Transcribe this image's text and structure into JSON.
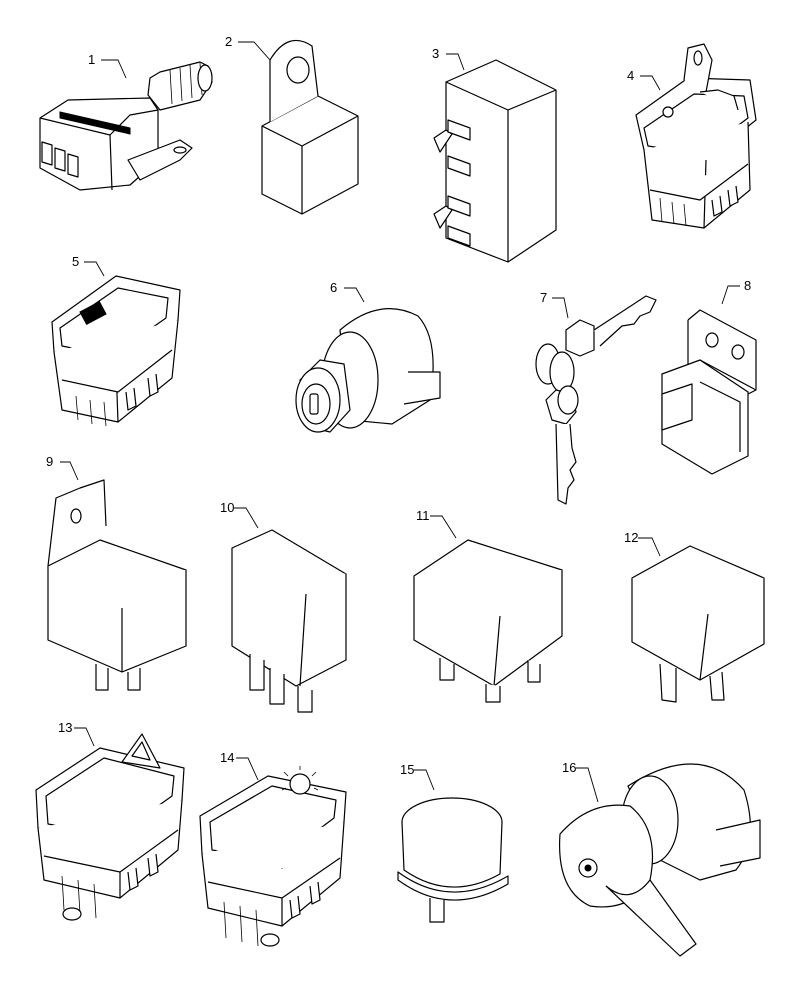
{
  "parts": [
    {
      "id": "1",
      "label": "1"
    },
    {
      "id": "2",
      "label": "2"
    },
    {
      "id": "3",
      "label": "3"
    },
    {
      "id": "4",
      "label": "4"
    },
    {
      "id": "5",
      "label": "5"
    },
    {
      "id": "6",
      "label": "6"
    },
    {
      "id": "7",
      "label": "7"
    },
    {
      "id": "8",
      "label": "8"
    },
    {
      "id": "9",
      "label": "9"
    },
    {
      "id": "10",
      "label": "10"
    },
    {
      "id": "11",
      "label": "11"
    },
    {
      "id": "12",
      "label": "12"
    },
    {
      "id": "13",
      "label": "13"
    },
    {
      "id": "14",
      "label": "14"
    },
    {
      "id": "15",
      "label": "15"
    },
    {
      "id": "16",
      "label": "16"
    }
  ]
}
